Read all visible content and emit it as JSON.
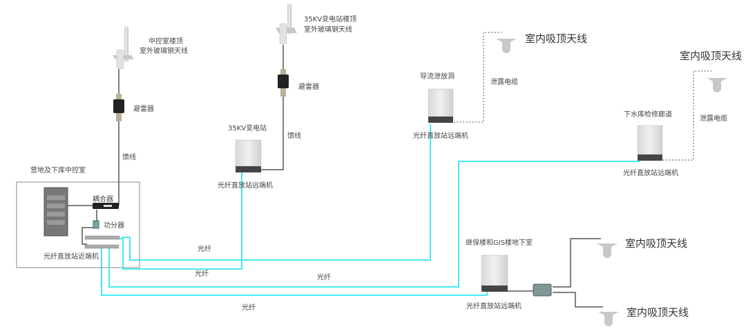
{
  "title": "光纤直放站系统组网示意图",
  "colors": {
    "fiber": "#2ee8ee",
    "feeder": "#555555",
    "leaky": "#666666",
    "box": "#888888"
  },
  "labels": {
    "ant1": [
      "中控室楼顶",
      "室外玻璃钢天线"
    ],
    "ant2": [
      "35KV变电站楼顶",
      "室外玻璃钢天线"
    ],
    "arrester": "避雷器",
    "feeder": "馈线",
    "control_room": "营地及下库中控室",
    "coupler": "耦合器",
    "splitter": "功分器",
    "near_end": "光纤直放站近端机",
    "remote_end": "光纤直放站远端机",
    "substation": "35KV变电站",
    "diversion": "导流泄放洞",
    "lower_reservoir": "下水库检修廊道",
    "gis": "继保楼和GIS楼地下室",
    "ceiling_antenna": "室内吸顶天线",
    "leaky_cable": "泄露电缆",
    "fiber": "光纤"
  }
}
